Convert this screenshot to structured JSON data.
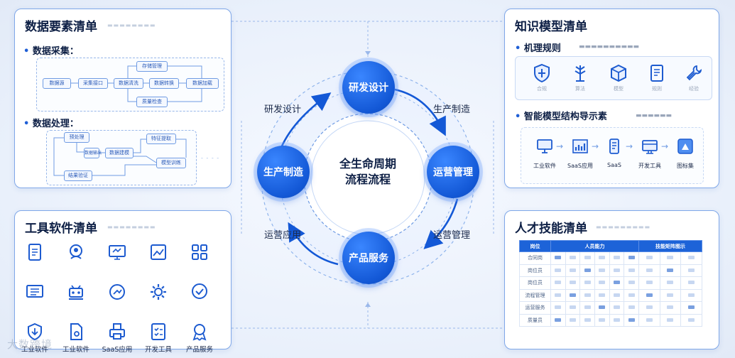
{
  "data_panel": {
    "title": "数据要素清单",
    "collect_title": "数据采集：",
    "collect_nodes": [
      "数据源",
      "采集接口",
      "数据清洗",
      "数据转换",
      "数据加载",
      "存储管理",
      "质量检查"
    ],
    "process_title": "数据处理：",
    "process_nodes": [
      "预处理",
      "特征提取",
      "数据建模",
      "模型训练",
      "结果验证",
      "数据输出"
    ]
  },
  "tools_panel": {
    "title": "工具软件清单",
    "labels": [
      "",
      "",
      "",
      "",
      "",
      "",
      "",
      "",
      "",
      "",
      "工业软件",
      "工业软件",
      "SaaS应用",
      "开发工具",
      "产品服务"
    ],
    "icons": [
      "clipboard-icon",
      "person-badge-icon",
      "monitor-icon",
      "chart-image-icon",
      "grid-icon",
      "screen-list-icon",
      "robot-icon",
      "globe-arrow-icon",
      "gear-icon",
      "check-badge-icon",
      "shield-download-icon",
      "document-badge-icon",
      "printer-icon",
      "checklist-icon",
      "ribbon-icon"
    ]
  },
  "knowledge_panel": {
    "title": "知识模型清单",
    "rules_title": "机理规则",
    "rules_items": [
      {
        "icon": "shield-icon",
        "label": "合规"
      },
      {
        "icon": "tree-icon",
        "label": "算法"
      },
      {
        "icon": "cube-icon",
        "label": "模型"
      },
      {
        "icon": "document-icon",
        "label": "规则"
      },
      {
        "icon": "tools-icon",
        "label": "经验"
      }
    ],
    "arch_title": "智能模型结构导示素",
    "arch_items": [
      {
        "icon": "monitor-icon",
        "label": "工业软件"
      },
      {
        "icon": "bar-chart-icon",
        "label": "SaaS应用"
      },
      {
        "icon": "tablet-icon",
        "label": "SaaS"
      },
      {
        "icon": "toolbox-icon",
        "label": "开发工具"
      },
      {
        "icon": "graph-cube-icon",
        "label": "图标集"
      }
    ]
  },
  "talent_panel": {
    "title": "人才技能清单",
    "headers": [
      "岗位",
      "人员能力",
      "技能矩阵图示"
    ],
    "rows": [
      "合同岗",
      "岗位员",
      "岗位员",
      "流程管理",
      "运营服务",
      "质量员"
    ]
  },
  "cycle": {
    "center_line1": "全生命周期",
    "center_line2": "流程流程",
    "nodes": {
      "top": "研发设计",
      "right": "运营管理",
      "bottom": "产品服务",
      "left": "生产制造"
    },
    "ring_labels": {
      "top_left": "研发设计",
      "top_right": "生产制造",
      "bottom_right": "运营管理",
      "bottom_left": "运营应用"
    }
  },
  "watermark": "大数跨境",
  "colors": {
    "accent": "#1358d6",
    "panel_border": "#7fa7e8",
    "background": "#e9f0fb"
  }
}
